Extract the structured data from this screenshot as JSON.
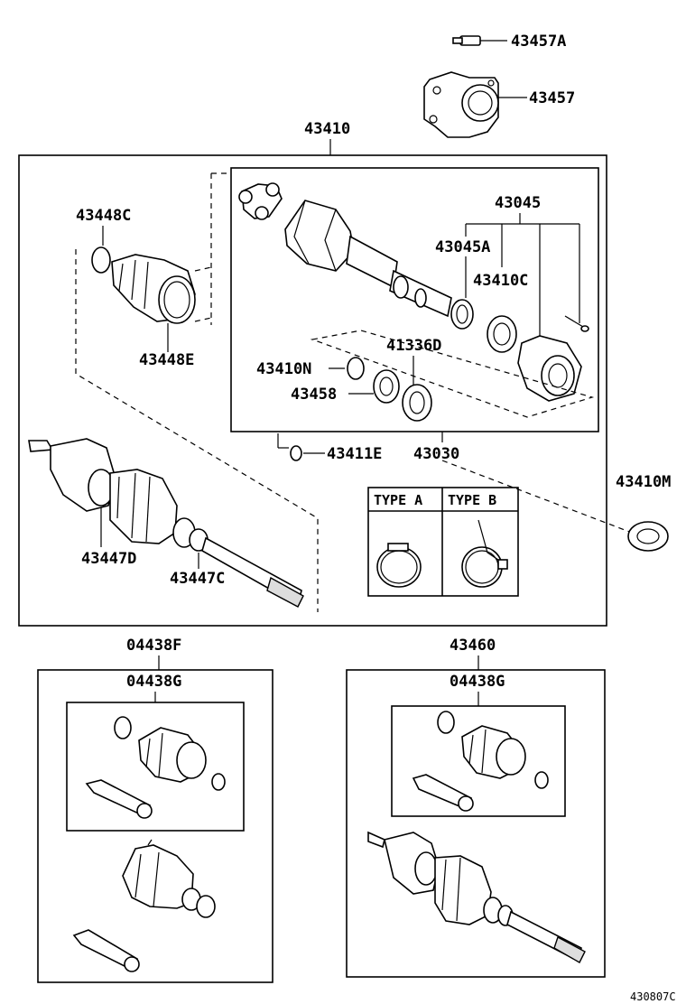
{
  "part_numbers": {
    "p43457A": "43457A",
    "p43457": "43457",
    "p43410": "43410",
    "p43448C": "43448C",
    "p43448E": "43448E",
    "p43045": "43045",
    "p43045A": "43045A",
    "p43410C": "43410C",
    "p41336D": "41336D",
    "p43410N": "43410N",
    "p43458": "43458",
    "p43411E": "43411E",
    "p43030": "43030",
    "p43410M": "43410M",
    "p43447D": "43447D",
    "p43447C": "43447C",
    "p04438F": "04438F",
    "p04438G_left": "04438G",
    "p43460": "43460",
    "p04438G_right": "04438G"
  },
  "clamp_types": {
    "type_a": "TYPE A",
    "type_b": "TYPE B"
  },
  "diagram_code": "430807C"
}
